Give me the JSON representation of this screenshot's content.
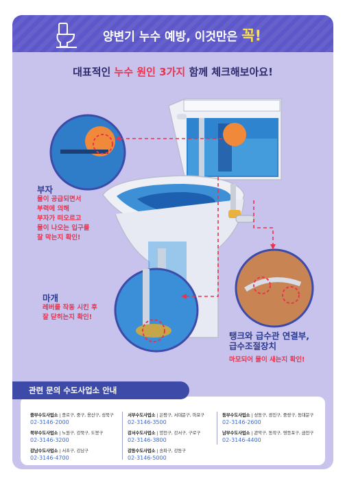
{
  "banner": {
    "title_main": "양변기 누수 예방, 이것만은 ",
    "title_emphasis": "꼭!"
  },
  "subtitle": {
    "prefix": "대표적인 ",
    "highlight": "누수 원인 3가지",
    "suffix": " 함께 체크해보아요!"
  },
  "checkpoints": [
    {
      "title": "부자",
      "description": "물이 공급되면서\n부력에 의해\n부자가 떠오르고\n물이 나오는 입구를\n잘 막는지 확인!"
    },
    {
      "title": "마개",
      "description": "레버를 작동 시킨 후\n잘 닫히는지 확인!"
    },
    {
      "title": "탱크와 급수관 연결부,\n급수조절장치",
      "description": "마모되어 물이 새는지 확인!"
    }
  ],
  "contact": {
    "heading": "관련 문의 수도사업소 안내",
    "offices": [
      {
        "name": "중부수도사업소",
        "districts": "종로구, 중구, 용산구, 성북구",
        "phone": "02-3146-2000"
      },
      {
        "name": "서부수도사업소",
        "districts": "은평구, 서대문구, 마포구",
        "phone": "02-3146-3500"
      },
      {
        "name": "동부수도사업소",
        "districts": "성동구, 광진구, 중랑구, 동대문구",
        "phone": "02-3146-2600"
      },
      {
        "name": "북부수도사업소",
        "districts": "노원구, 강북구, 도봉구",
        "phone": "02-3146-3200"
      },
      {
        "name": "강서수도사업소",
        "districts": "양천구, 강서구, 구로구",
        "phone": "02-3146-3800"
      },
      {
        "name": "남부수도사업소",
        "districts": "관악구, 동작구, 영등포구, 금천구",
        "phone": "02-3146-4400"
      },
      {
        "name": "강남수도사업소",
        "districts": "서초구, 강남구",
        "phone": "02-3146-4700"
      },
      {
        "name": "강동수도사업소",
        "districts": "송파구, 강동구",
        "phone": "02-3146-5000"
      }
    ]
  },
  "colors": {
    "banner": "#5d57c9",
    "background": "#c8c3ec",
    "accent_red": "#e8344e",
    "accent_yellow": "#ffe14a",
    "navy": "#2c3a8f"
  }
}
